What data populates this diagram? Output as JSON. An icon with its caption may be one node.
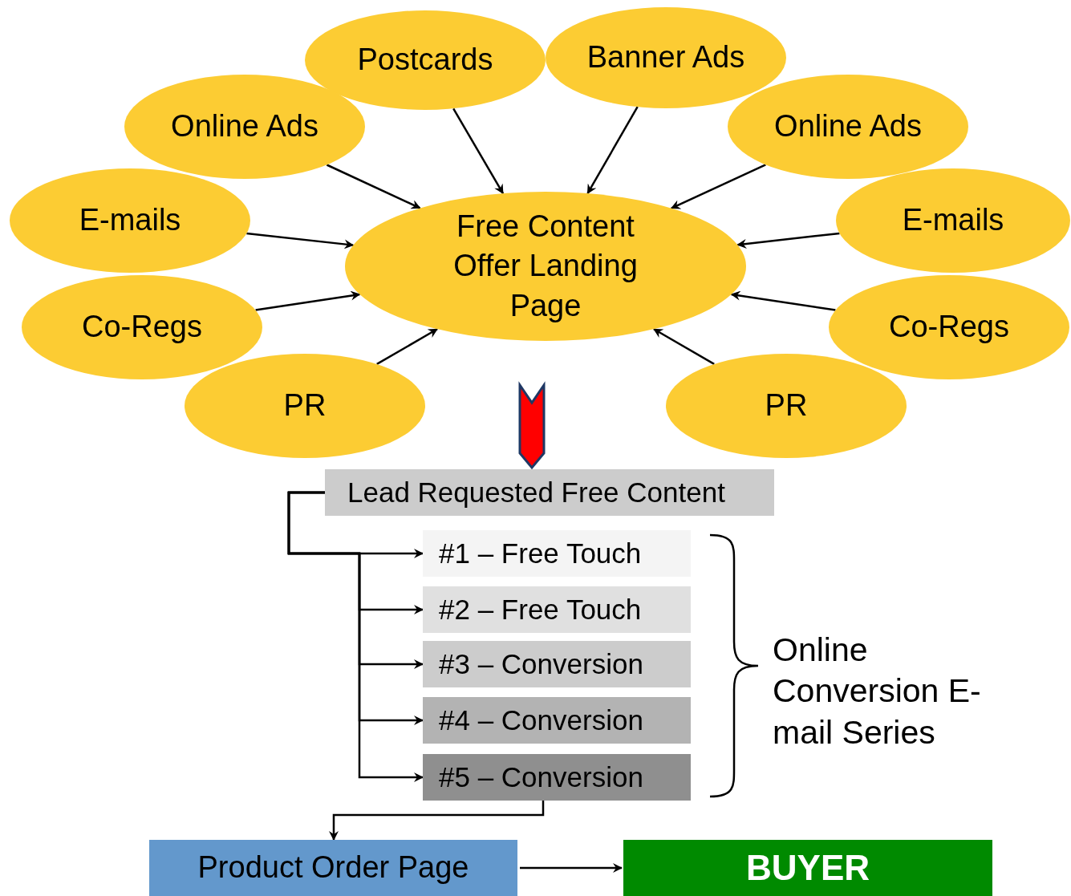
{
  "diagram": {
    "nodes": [
      {
        "text": [
          "Postcards"
        ]
      },
      {
        "text": [
          "Banner Ads"
        ]
      },
      {
        "text": [
          "Online Ads"
        ]
      },
      {
        "text": [
          "Online Ads"
        ]
      },
      {
        "text": [
          "E-mails"
        ]
      },
      {
        "text": [
          "E-mails"
        ]
      },
      {
        "text": [
          "Co-Regs"
        ]
      },
      {
        "text": [
          "Co-Regs"
        ]
      },
      {
        "text": [
          "PR"
        ]
      },
      {
        "text": [
          "PR"
        ]
      },
      {
        "text": [
          "Free Content Offer Landing Page"
        ]
      },
      {
        "text": [
          "Lead Requested Free Content"
        ]
      },
      {
        "text": [
          "#1 – Free Touch"
        ]
      },
      {
        "text": [
          "#2 – Free Touch"
        ]
      },
      {
        "text": [
          "#3 – Conversion"
        ]
      },
      {
        "text": [
          "#4 – Conversion"
        ]
      },
      {
        "text": [
          "#5 – Conversion"
        ]
      },
      {
        "text": [
          "Product Order Page"
        ]
      },
      {
        "text": [
          "BUYER"
        ]
      }
    ],
    "edges": [
      {
        "from": 0,
        "to": 10,
        "arrow": "to"
      },
      {
        "from": 1,
        "to": 10,
        "arrow": "to"
      },
      {
        "from": 2,
        "to": 10,
        "arrow": "to"
      },
      {
        "from": 3,
        "to": 10,
        "arrow": "to"
      },
      {
        "from": 4,
        "to": 10,
        "arrow": "to"
      },
      {
        "from": 5,
        "to": 10,
        "arrow": "to"
      },
      {
        "from": 6,
        "to": 10,
        "arrow": "to"
      },
      {
        "from": 7,
        "to": 10,
        "arrow": "to"
      },
      {
        "from": 8,
        "to": 10,
        "arrow": "to"
      },
      {
        "from": 9,
        "to": 10,
        "arrow": "to"
      },
      {
        "from": 10,
        "to": 11,
        "arrow": "to",
        "style": "thick",
        "color": "#ff0000"
      },
      {
        "from": 11,
        "to": 12,
        "arrow": "to"
      },
      {
        "from": 11,
        "to": 13,
        "arrow": "to"
      },
      {
        "from": 11,
        "to": 14,
        "arrow": "to"
      },
      {
        "from": 11,
        "to": 15,
        "arrow": "to"
      },
      {
        "from": 11,
        "to": 16,
        "arrow": "to"
      },
      {
        "from": 16,
        "to": 17,
        "arrow": "to"
      },
      {
        "from": 17,
        "to": 18,
        "arrow": "to"
      }
    ],
    "labels": [
      "Online Conversion E-mail Series"
    ]
  }
}
